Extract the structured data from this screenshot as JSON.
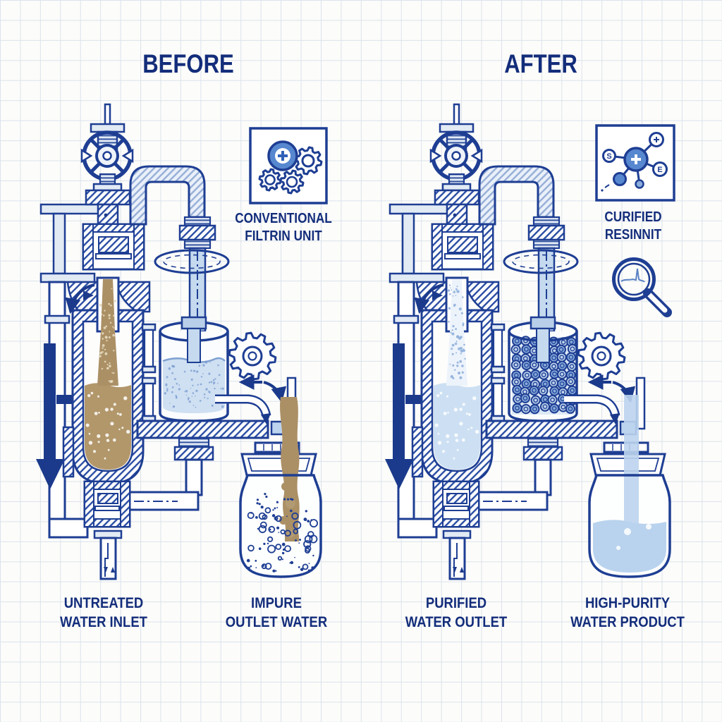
{
  "titles": {
    "before": "BEFORE",
    "after": "AFTER"
  },
  "before": {
    "info_box": {
      "line1": "CONVENTIONAL",
      "line2": "FILTRIN UNIT",
      "icon": "gears-icon"
    },
    "vessel_label": {
      "line1": "UNTREATED",
      "line2": "WATER INLET"
    },
    "product_label": {
      "line1": "IMPURE",
      "line2": "OUTLET WATER"
    }
  },
  "after": {
    "info_box": {
      "line1": "CURIFIED",
      "line2": "RESINNIT",
      "icon": "molecule-icon",
      "nodes": {
        "s": "S",
        "e": "E"
      }
    },
    "vessel_label": {
      "line1": "PURIFIED",
      "line2": "WATER OUTLET"
    },
    "product_label": {
      "line1": "HIGH-PURITY",
      "line2": "WATER PRODUCT"
    }
  },
  "style": {
    "ink": "#1e3e93",
    "text_navy": "#132d7b",
    "untreated_water": "#b2976b",
    "purified_water": "#cde0f3",
    "pipe_water": "#c5d9ef",
    "resin_bead": "#8aacdc",
    "paper": "#fcfcfa",
    "grid_line": "#dbe3ec"
  }
}
